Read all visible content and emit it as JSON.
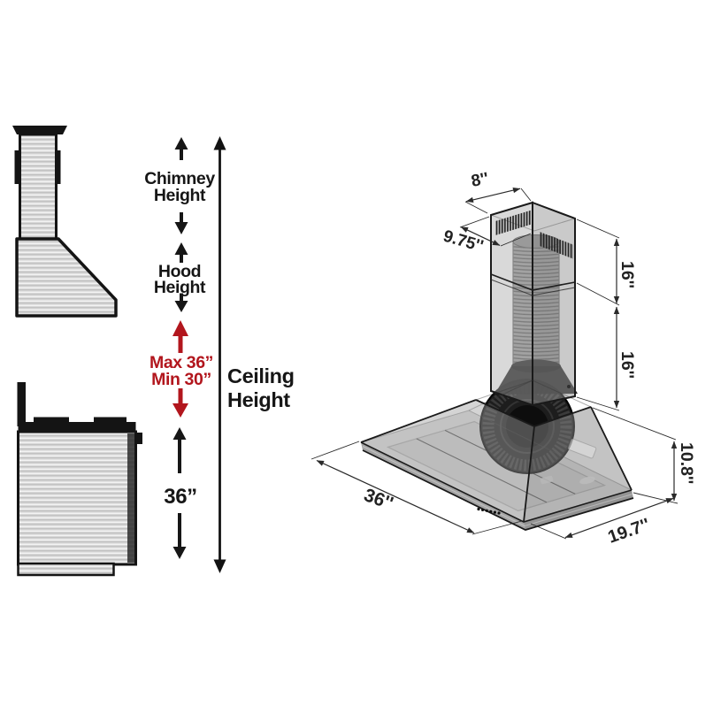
{
  "page": {
    "description": "Wall mount range hood installation height diagram with 3D dimension drawing",
    "background": "#ffffff"
  },
  "left_diagram": {
    "annotations": {
      "chimney_height": {
        "line1": "Chimney",
        "line2": "Height"
      },
      "hood_height": {
        "line1": "Hood",
        "line2": "Height"
      },
      "clearance": {
        "line1": "Max 36”",
        "line2": "Min 30”"
      },
      "ceiling_height": {
        "line1": "Ceiling",
        "line2": "Height"
      },
      "hood_to_range": "36”"
    },
    "colors": {
      "text": "#161616",
      "accent_red": "#b2161d",
      "line": "#121212"
    }
  },
  "iso_diagram": {
    "dimensions": {
      "chimney_top_width": "8''",
      "chimney_top_depth": "9.75''",
      "upper_chimney_height": "16''",
      "lower_chimney_height": "16''",
      "hood_body_height": "10.8''",
      "hood_width": "36''",
      "hood_depth": "19.7''"
    },
    "colors": {
      "dim_line": "#2a2a2a",
      "dim_text": "#222222",
      "steel": "#b9b9b9"
    }
  }
}
